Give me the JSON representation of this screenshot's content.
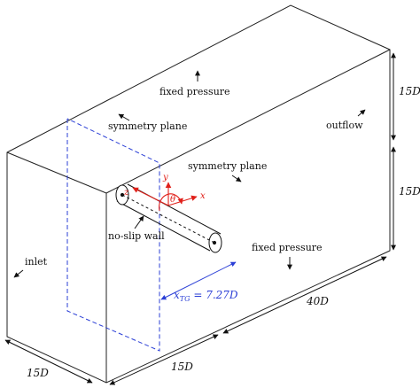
{
  "labels": {
    "fixed_pressure_top": "fixed pressure",
    "symmetry_plane_back": "symmetry plane",
    "outflow": "outflow",
    "symmetry_plane_front": "symmetry plane",
    "no_slip_wall": "no-slip wall",
    "fixed_pressure_bottom": "fixed pressure",
    "inlet": "inlet"
  },
  "dimensions": {
    "height_upper": "15D",
    "height_lower": "15D",
    "length": "40D",
    "width_front": "15D",
    "depth_bottom": "15D",
    "x_tg": "x_TG = 7.27D",
    "x_tg_main": "x",
    "x_tg_sub": "TG",
    "x_tg_rest": " = 7.27D"
  },
  "axes": {
    "y": "y",
    "x": "x",
    "z": "z",
    "theta": "θ"
  },
  "colors": {
    "box": "#222222",
    "plane": "#2b3fd6",
    "axes": "#e0201a"
  }
}
